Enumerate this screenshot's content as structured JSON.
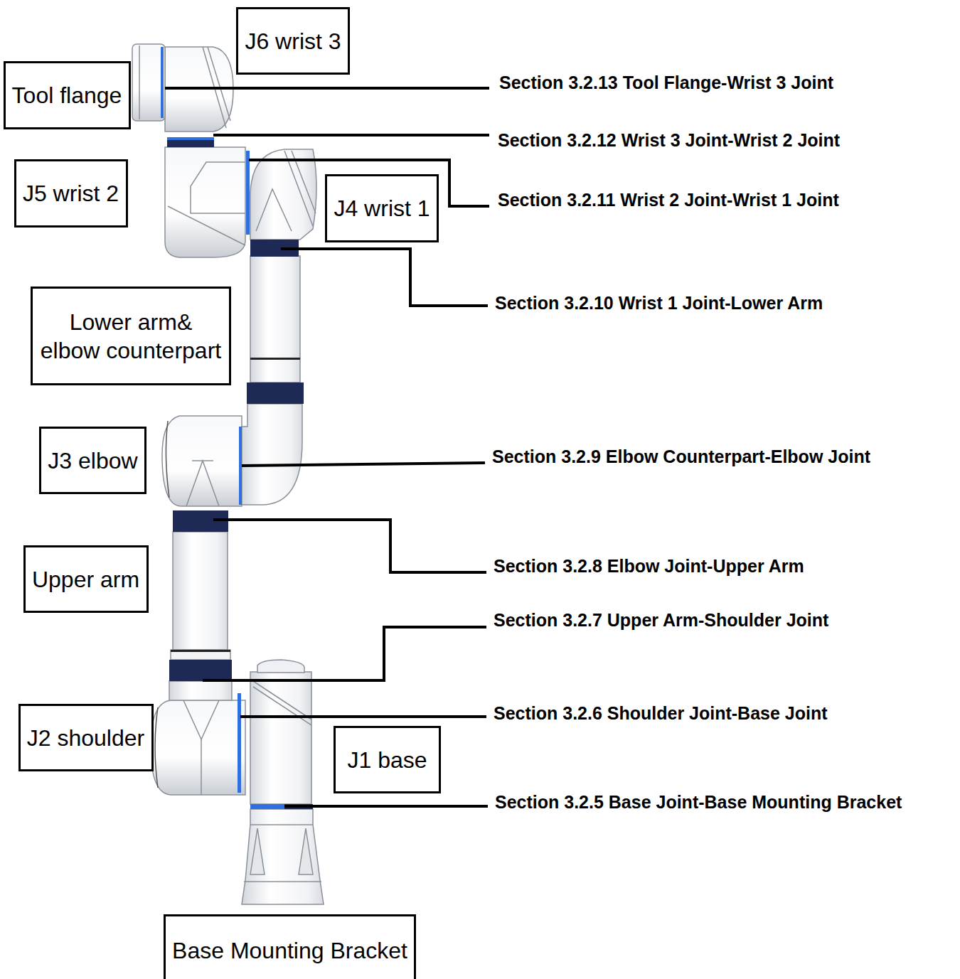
{
  "diagram": {
    "nodes": [
      {
        "text": [
          "J6 wrist 3"
        ]
      },
      {
        "text": [
          "Tool flange"
        ]
      },
      {
        "text": [
          "J5 wrist 2"
        ]
      },
      {
        "text": [
          "J4 wrist 1"
        ]
      },
      {
        "text": [
          "Lower arm& elbow counterpart"
        ]
      },
      {
        "text": [
          "J3 elbow"
        ]
      },
      {
        "text": [
          "Upper arm"
        ]
      },
      {
        "text": [
          "J2 shoulder"
        ]
      },
      {
        "text": [
          "J1 base"
        ]
      },
      {
        "text": [
          "Base Mounting Bracket"
        ]
      }
    ],
    "labels": [
      "Section 3.2.13 Tool Flange-Wrist 3 Joint",
      "Section 3.2.12 Wrist 3 Joint-Wrist 2 Joint",
      "Section 3.2.11 Wrist 2 Joint-Wrist 1 Joint",
      "Section 3.2.10 Wrist 1 Joint-Lower Arm",
      "Section 3.2.9 Elbow Counterpart-Elbow Joint",
      "Section 3.2.8 Elbow Joint-Upper Arm",
      "Section 3.2.7 Upper Arm-Shoulder Joint",
      "Section 3.2.6 Shoulder Joint-Base Joint",
      "Section 3.2.5 Base Joint-Base Mounting Bracket"
    ]
  }
}
